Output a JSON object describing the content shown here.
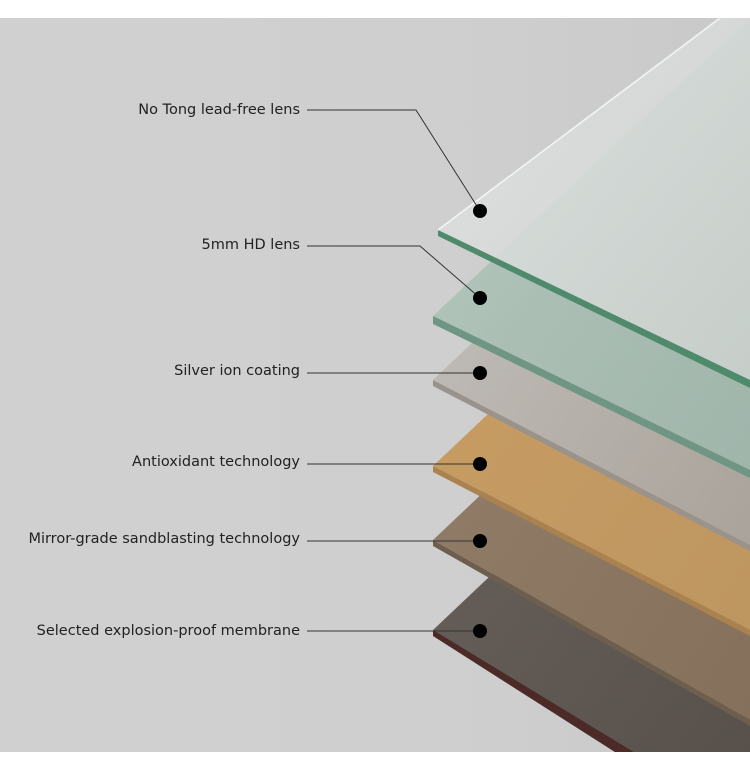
{
  "layers": [
    {
      "label": "No Tong lead-free lens"
    },
    {
      "label": "5mm HD lens"
    },
    {
      "label": "Silver ion coating"
    },
    {
      "label": "Antioxidant technology"
    },
    {
      "label": "Mirror-grade sandblasting technology"
    },
    {
      "label": "Selected explosion-proof membrane"
    }
  ],
  "colors": {
    "background": "#cfcfcf",
    "lens_clear": "#d8dbd9",
    "lens_green": "#a6bcb2",
    "silver": "#b9b4ae",
    "gold": "#c49a62",
    "bronze": "#8e7a63",
    "membrane": "#5e5752",
    "marker": "#000000"
  }
}
